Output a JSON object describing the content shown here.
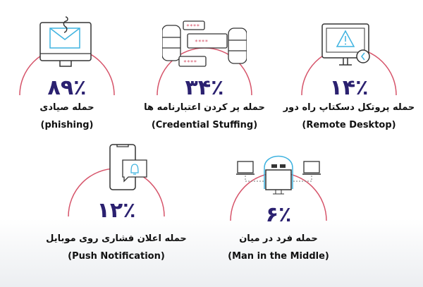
{
  "colors": {
    "percent": "#2b2170",
    "arc": "#d6546a",
    "icon_accent": "#3fb3e0"
  },
  "items": [
    {
      "percent": "۸۹٪",
      "title_fa": "حمله صیادی",
      "title_en": "(phishing)",
      "icon": "phishing-monitor-icon"
    },
    {
      "percent": "۳۴٪",
      "title_fa": "حمله پر کردن اعتبارنامه ها",
      "title_en": "(Credential Stuffing)",
      "icon": "database-password-icon",
      "mask": "****"
    },
    {
      "percent": "۱۴٪",
      "title_fa": "حمله پروتکل دسکتاپ راه دور",
      "title_en": "(Remote Desktop)",
      "icon": "monitor-warning-icon"
    },
    {
      "percent": "۱۲٪",
      "title_fa": "حمله اعلان فشاری روی موبایل",
      "title_en": "(Push Notification)",
      "icon": "phone-bell-icon"
    },
    {
      "percent": "۶٪",
      "title_fa": "حمله فرد در میان",
      "title_en": "(Man in the Middle)",
      "icon": "hacker-laptops-icon"
    }
  ]
}
